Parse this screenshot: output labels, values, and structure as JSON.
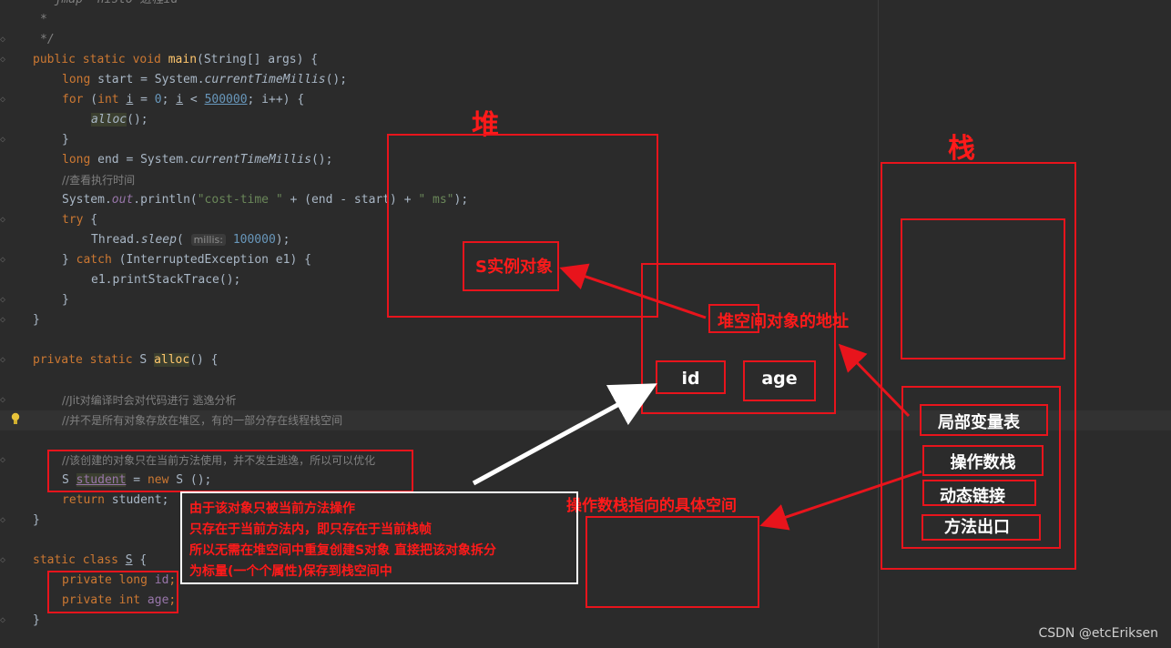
{
  "code": {
    "line_0": "* jmap -histo 进程id",
    "line_1": "*",
    "line_2": "*/",
    "main_sig_kw": "public static void",
    "main_name": "main",
    "main_params": "(String[] args) {",
    "start_kw": "long",
    "start_rest": " start = System.",
    "ctm": "currentTimeMillis",
    "ctm_tail": "();",
    "for_kw": "for",
    "for_open": " (",
    "int_kw": "int",
    "for_i": "i",
    "for_eq": " = ",
    "zero": "0",
    "for_semi": "; ",
    "for_lt": " < ",
    "limit": "500000",
    "for_tail": "; i++) {",
    "alloc_call": "alloc",
    "alloc_tail": "();",
    "close_brace": "}",
    "end_kw": "long",
    "end_rest": " end = System.",
    "comment_time": "//查看执行时间",
    "println_a": "System.",
    "out": "out",
    "println_b": ".println(",
    "str_cost": "\"cost-time \"",
    "println_c": " + (end - start) + ",
    "str_ms": "\" ms\"",
    "println_d": ");",
    "try_kw": "try",
    "try_tail": " {",
    "thread_a": "Thread.",
    "sleep": "sleep",
    "sleep_open": "( ",
    "hint_millis": "millis:",
    "sleep_val": "100000",
    "sleep_tail": ");",
    "catch_close": "} ",
    "catch_kw": "catch",
    "catch_tail": " (InterruptedException e1) {",
    "print_stack": "e1.printStackTrace();",
    "private_kw": "private static",
    "alloc_sig_type": " S ",
    "alloc_name": "alloc",
    "alloc_sig_tail": "() {",
    "comment_jit": "//Jit对编译时会对代码进行 逃逸分析",
    "comment_heap": "//并不是所有对象存放在堆区，有的一部分存在线程栈空间",
    "comment_create": "//该创建的对象只在当前方法使用，并不发生逃逸，所以可以优化",
    "s_type": "S ",
    "student": "student",
    "eq": " = ",
    "new_kw": "new",
    "new_tail": " S ();",
    "return_kw": "return",
    "return_tail": " student;",
    "static_class_kw": "static class",
    "class_name": "S",
    "class_tail": " {",
    "private_long_kw": "private long",
    "id_field": "id",
    "private_int_kw": "private int",
    "age_field": "age",
    "semi": ";"
  },
  "annotations": {
    "heap_title": "堆",
    "stack_title": "栈",
    "s_instance": "S实例对象",
    "heap_address": "堆空间对象的地址",
    "id": "id",
    "age": "age",
    "local_vars": "局部变量表",
    "operand_stack": "操作数栈",
    "dynamic_link": "动态链接",
    "method_exit": "方法出口",
    "operand_points": "操作数栈指向的具体空间",
    "note_lines": [
      "由于该对象只被当前方法操作",
      "只存在于当前方法内，即只存在于当前栈帧",
      "所以无需在堆空间中重复创建S对象 直接把该对象拆分",
      "为标量(一个个属性)保存到栈空间中"
    ]
  },
  "watermark": "CSDN @etcEriksen",
  "colors": {
    "background": "#2b2b2b",
    "annotation_red": "#e8141c",
    "keyword": "#cc7832",
    "function": "#ffc66d",
    "string": "#6a8759",
    "number": "#6897bb",
    "comment": "#808080",
    "field": "#9876aa"
  }
}
